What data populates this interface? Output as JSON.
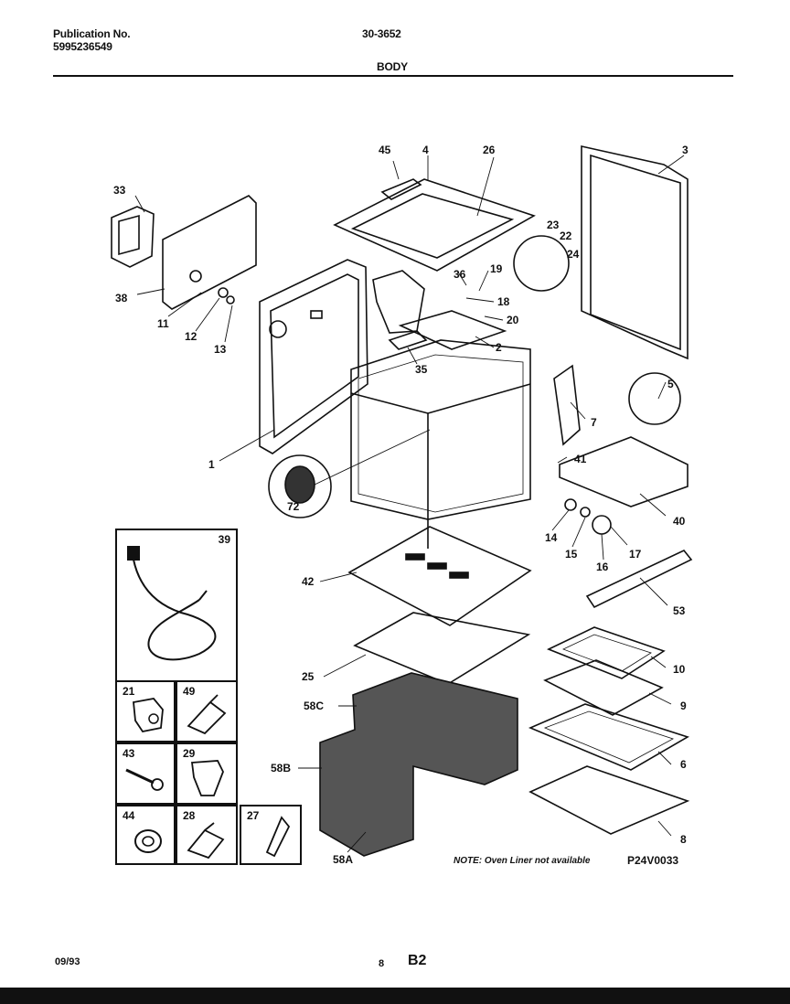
{
  "header": {
    "publication_label": "Publication No.",
    "publication_number": "5995236549",
    "model": "30-3652",
    "section": "BODY"
  },
  "callouts": [
    "45",
    "4",
    "26",
    "3",
    "33",
    "23",
    "22",
    "24",
    "38",
    "36",
    "19",
    "18",
    "11",
    "12",
    "13",
    "20",
    "2",
    "35",
    "5",
    "7",
    "1",
    "41",
    "72",
    "40",
    "14",
    "15",
    "16",
    "17",
    "42",
    "53",
    "10",
    "25",
    "9",
    "58C",
    "58B",
    "6",
    "8",
    "58A",
    "39",
    "21",
    "49",
    "43",
    "29",
    "44",
    "28",
    "27"
  ],
  "note": "NOTE: Oven Liner not available",
  "drawing_code": "P24V0033",
  "footer": {
    "date": "09/93",
    "page": "8",
    "page_code": "B2"
  }
}
